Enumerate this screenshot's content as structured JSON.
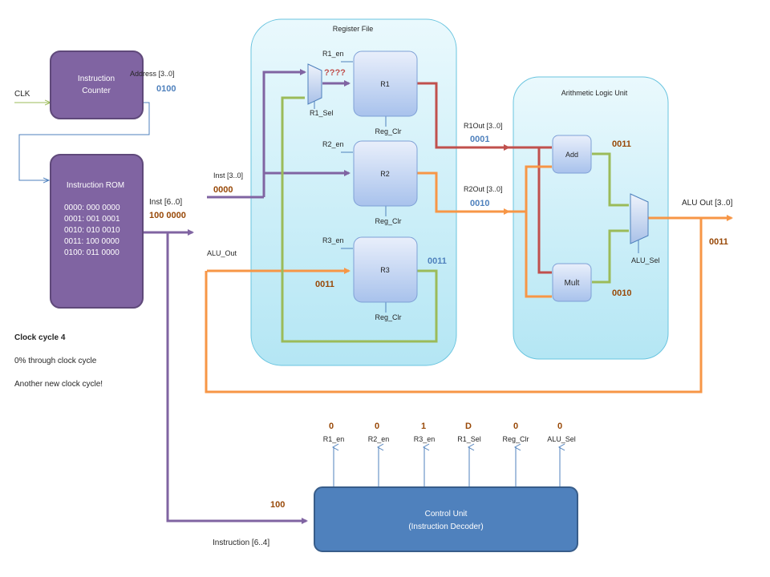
{
  "instruction_counter": {
    "title_line1": "Instruction",
    "title_line2": "Counter"
  },
  "clk_label": "CLK",
  "address_label": "Address [3..0]",
  "address_value": "0100",
  "rom": {
    "title": "Instruction ROM",
    "rows": [
      "0000:  000 0000",
      "0001:  001 0001",
      "0010:  010 0010",
      "0011:  100 0000",
      "0100:  011 0000"
    ]
  },
  "rom_output": {
    "label": "Inst [6..0]",
    "value": "100 0000"
  },
  "register_file": {
    "title": "Register File",
    "inst_label": "Inst [3..0]",
    "inst_value": "0000",
    "alu_out_label": "ALU_Out",
    "alu_out_value": "0011",
    "mux_label": "R1_Sel",
    "mux_output": "????",
    "registers": [
      {
        "name": "R1",
        "enable": "R1_en",
        "clear": "Reg_Clr"
      },
      {
        "name": "R2",
        "enable": "R2_en",
        "clear": "Reg_Clr"
      },
      {
        "name": "R3",
        "enable": "R3_en",
        "clear": "Reg_Clr"
      }
    ],
    "r3_out_value": "0011"
  },
  "alu": {
    "title": "Arithmetic Logic Unit",
    "r1out_label": "R1Out [3..0]",
    "r1out_value": "0001",
    "r2out_label": "R2Out [3..0]",
    "r2out_value": "0010",
    "add_label": "Add",
    "mult_label": "Mult",
    "add_result": "0011",
    "mult_result": "0010",
    "sel_label": "ALU_Sel"
  },
  "alu_out": {
    "label": "ALU Out [3..0]",
    "value": "0011"
  },
  "status": {
    "cycle": "Clock cycle 4",
    "progress": "0% through clock cycle",
    "message": "Another new clock cycle!"
  },
  "control_signals": [
    {
      "name": "R1_en",
      "value": "0"
    },
    {
      "name": "R2_en",
      "value": "0"
    },
    {
      "name": "R3_en",
      "value": "1"
    },
    {
      "name": "R1_Sel",
      "value": "D"
    },
    {
      "name": "Reg_Clr",
      "value": "0"
    },
    {
      "name": "ALU_Sel",
      "value": "0"
    }
  ],
  "control_unit": {
    "title_line1": "Control Unit",
    "title_line2": "(Instruction Decoder)",
    "input_value": "100",
    "input_label": "Instruction [6..4]"
  },
  "colors": {
    "purple": "#8064a2",
    "orange": "#f79646",
    "green": "#9bbb59",
    "red": "#c0504d",
    "blue_value": "#4f81bd",
    "brown_value": "#984807"
  }
}
